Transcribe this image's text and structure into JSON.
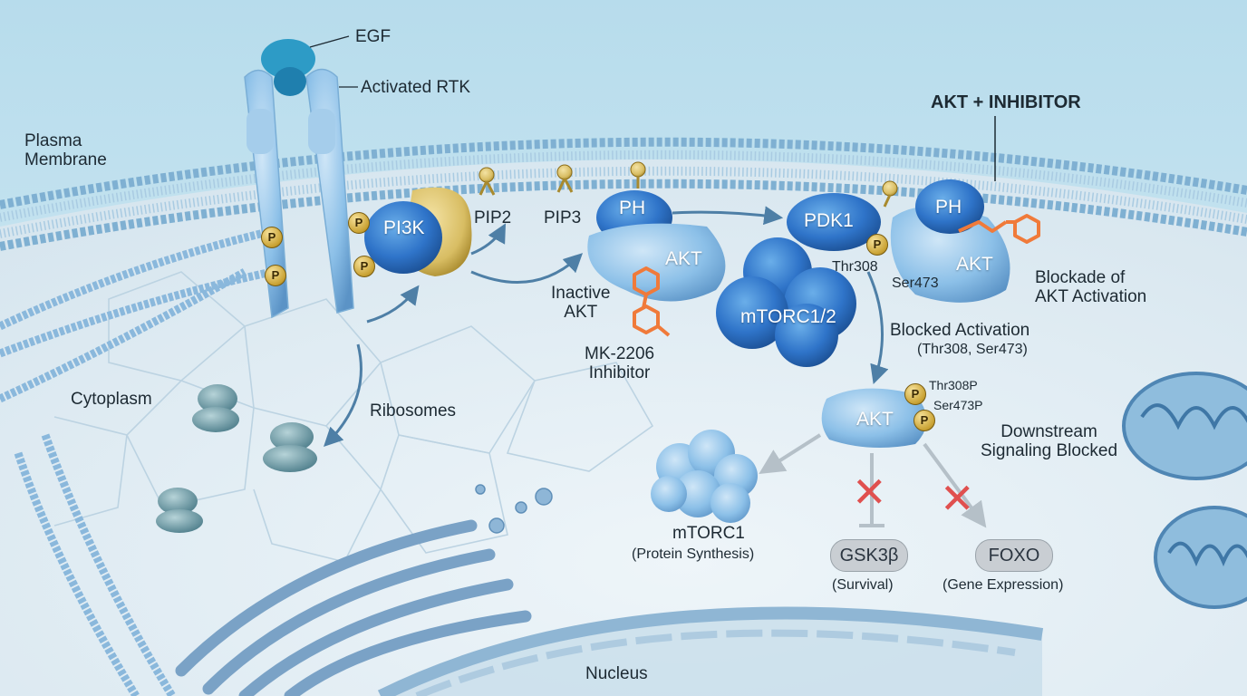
{
  "labels": {
    "egf": "EGF",
    "activated_rtk": "Activated RTK",
    "plasma_membrane": "Plasma\nMembrane",
    "pi3k": "PI3K",
    "pip2": "PIP2",
    "pip3": "PIP3",
    "ph_inactive": "PH",
    "akt_inactive": "AKT",
    "inactive_akt": "Inactive\nAKT",
    "mk2206": "MK-2206\nInhibitor",
    "pdk1": "PDK1",
    "thr308": "Thr308",
    "ser473": "Ser473",
    "mtorc12": "mTORC1/2",
    "akt_inhibitor_title": "AKT + INHIBITOR",
    "ph_bound": "PH",
    "akt_bound": "AKT",
    "blockade": "Blockade of\nAKT Activation",
    "blocked_activation": "Blocked Activation",
    "blocked_sites": "(Thr308, Ser473)",
    "akt_phospho": "AKT",
    "thr308p": "Thr308P",
    "ser473p": "Ser473P",
    "downstream_blocked": "Downstream\nSignaling Blocked",
    "mtorc1": "mTORC1",
    "protein_synthesis": "(Protein Synthesis)",
    "gsk3b": "GSK3β",
    "survival": "(Survival)",
    "foxo": "FOXO",
    "gene_expression": "(Gene Expression)",
    "cytoplasm": "Cytoplasm",
    "ribosomes": "Ribosomes",
    "nucleus": "Nucleus",
    "p": "P"
  },
  "colors": {
    "protein_blue": "#2f74c9",
    "protein_light": "#8cc0e8",
    "pi3k_gold": "#d8bd63",
    "phosphate": "#c9a233",
    "inhibitor": "#f07a3a",
    "block_x": "#e0504f",
    "arrow": "#4e7fa6",
    "membrane": "#7fb0d2"
  }
}
